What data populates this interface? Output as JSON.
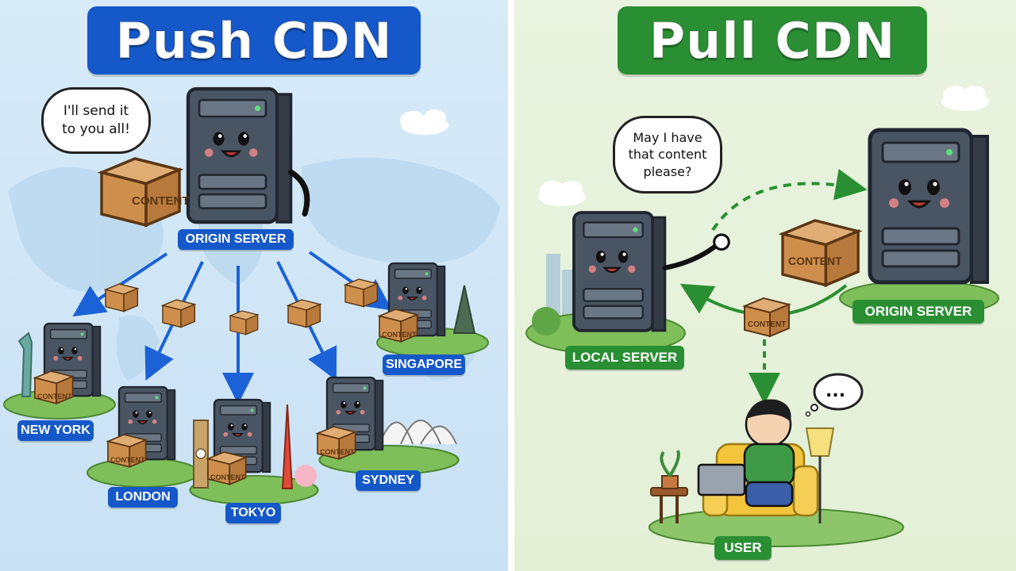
{
  "push": {
    "title": "Push CDN",
    "bubble_line1": "I'll send it",
    "bubble_line2": "to you all!",
    "origin_label": "ORIGIN SERVER",
    "box_label": "CONTENT",
    "nodes": [
      {
        "label": "NEW YORK"
      },
      {
        "label": "LONDON"
      },
      {
        "label": "TOKYO"
      },
      {
        "label": "SYDNEY"
      },
      {
        "label": "SINGAPORE"
      }
    ],
    "colors": {
      "accent": "#1558c9",
      "arrow": "#1b62d6"
    }
  },
  "pull": {
    "title": "Pull CDN",
    "bubble_line1": "May I have",
    "bubble_line2": "that content",
    "bubble_line3": "please?",
    "local_label": "LOCAL SERVER",
    "origin_label": "ORIGIN SERVER",
    "user_label": "USER",
    "box_label": "CONTENT",
    "thought": "...",
    "colors": {
      "accent": "#2a8f33",
      "arrow": "#2a8f33"
    }
  }
}
